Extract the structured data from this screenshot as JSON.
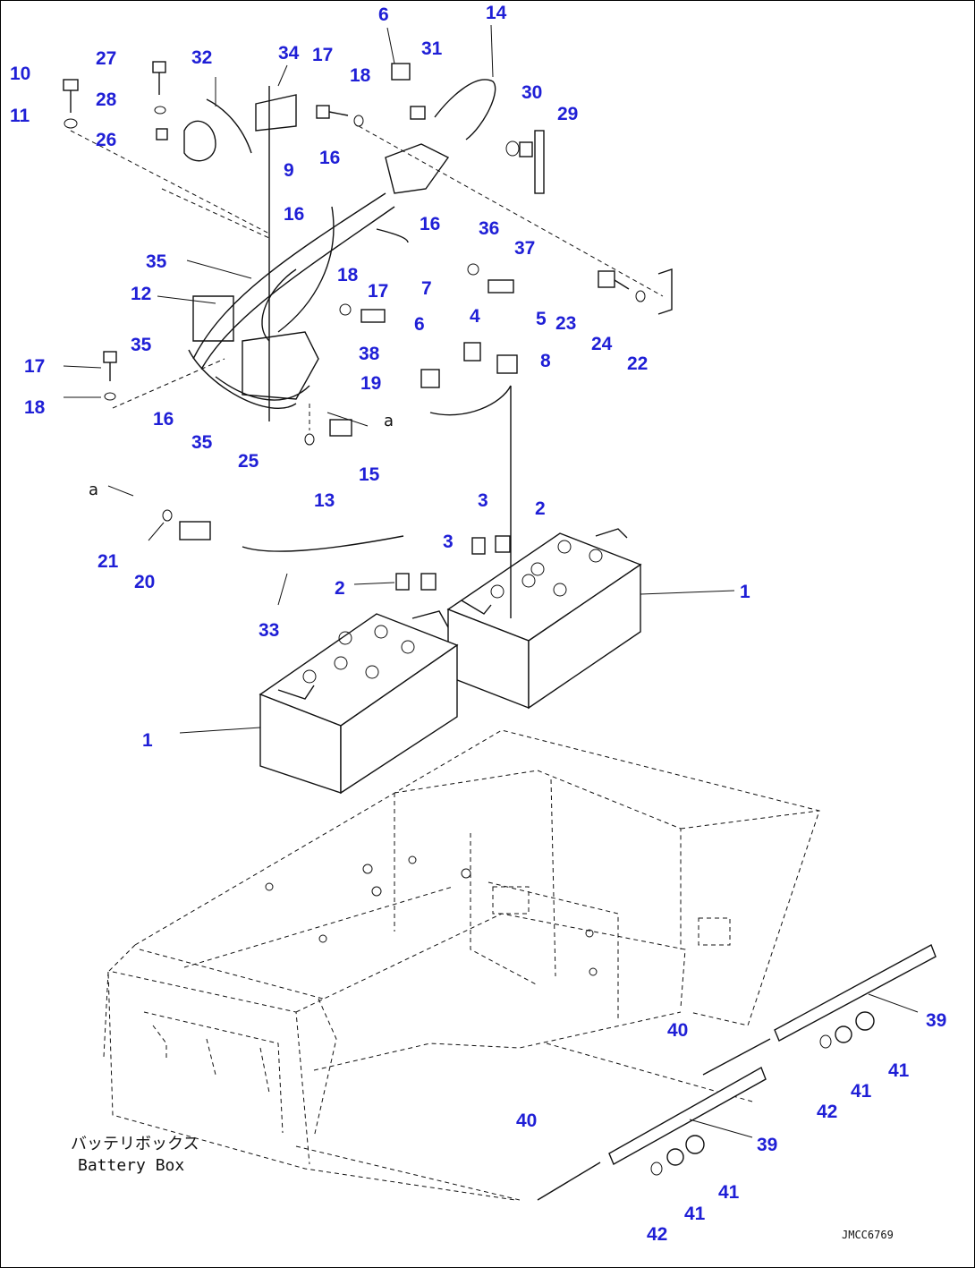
{
  "document": {
    "drawing_code": "JMCC6769",
    "box_label_jp": "バッテリボックス",
    "box_label_en": "Battery Box",
    "view_marker": "a"
  },
  "callouts": [
    {
      "id": "c10",
      "text": "10"
    },
    {
      "id": "c11",
      "text": "11"
    },
    {
      "id": "c27",
      "text": "27"
    },
    {
      "id": "c28",
      "text": "28"
    },
    {
      "id": "c26",
      "text": "26"
    },
    {
      "id": "c32",
      "text": "32"
    },
    {
      "id": "c34",
      "text": "34"
    },
    {
      "id": "c17a",
      "text": "17"
    },
    {
      "id": "c18a",
      "text": "18"
    },
    {
      "id": "c6a",
      "text": "6"
    },
    {
      "id": "c31",
      "text": "31"
    },
    {
      "id": "c14",
      "text": "14"
    },
    {
      "id": "c30",
      "text": "30"
    },
    {
      "id": "c29",
      "text": "29"
    },
    {
      "id": "c16a",
      "text": "16"
    },
    {
      "id": "c9",
      "text": "9"
    },
    {
      "id": "c16b",
      "text": "16"
    },
    {
      "id": "c16c",
      "text": "16"
    },
    {
      "id": "c36",
      "text": "36"
    },
    {
      "id": "c37",
      "text": "37"
    },
    {
      "id": "c35a",
      "text": "35"
    },
    {
      "id": "c12",
      "text": "12"
    },
    {
      "id": "c18b",
      "text": "18"
    },
    {
      "id": "c17b",
      "text": "17"
    },
    {
      "id": "c7",
      "text": "7"
    },
    {
      "id": "c6b",
      "text": "6"
    },
    {
      "id": "c4",
      "text": "4"
    },
    {
      "id": "c5",
      "text": "5"
    },
    {
      "id": "c23",
      "text": "23"
    },
    {
      "id": "c24",
      "text": "24"
    },
    {
      "id": "c22",
      "text": "22"
    },
    {
      "id": "c35b",
      "text": "35"
    },
    {
      "id": "c38",
      "text": "38"
    },
    {
      "id": "c17c",
      "text": "17"
    },
    {
      "id": "c18c",
      "text": "18"
    },
    {
      "id": "c19",
      "text": "19"
    },
    {
      "id": "c8",
      "text": "8"
    },
    {
      "id": "c16d",
      "text": "16"
    },
    {
      "id": "c35c",
      "text": "35"
    },
    {
      "id": "c25",
      "text": "25"
    },
    {
      "id": "c13",
      "text": "13"
    },
    {
      "id": "c15",
      "text": "15"
    },
    {
      "id": "c21",
      "text": "21"
    },
    {
      "id": "c20",
      "text": "20"
    },
    {
      "id": "c3a",
      "text": "3"
    },
    {
      "id": "c2a",
      "text": "2"
    },
    {
      "id": "c3b",
      "text": "3"
    },
    {
      "id": "c2b",
      "text": "2"
    },
    {
      "id": "c1a",
      "text": "1"
    },
    {
      "id": "c33",
      "text": "33"
    },
    {
      "id": "c1b",
      "text": "1"
    },
    {
      "id": "c39a",
      "text": "39"
    },
    {
      "id": "c40a",
      "text": "40"
    },
    {
      "id": "c41a",
      "text": "41"
    },
    {
      "id": "c41b",
      "text": "41"
    },
    {
      "id": "c42a",
      "text": "42"
    },
    {
      "id": "c40b",
      "text": "40"
    },
    {
      "id": "c39b",
      "text": "39"
    },
    {
      "id": "c41c",
      "text": "41"
    },
    {
      "id": "c41d",
      "text": "41"
    },
    {
      "id": "c42b",
      "text": "42"
    }
  ]
}
